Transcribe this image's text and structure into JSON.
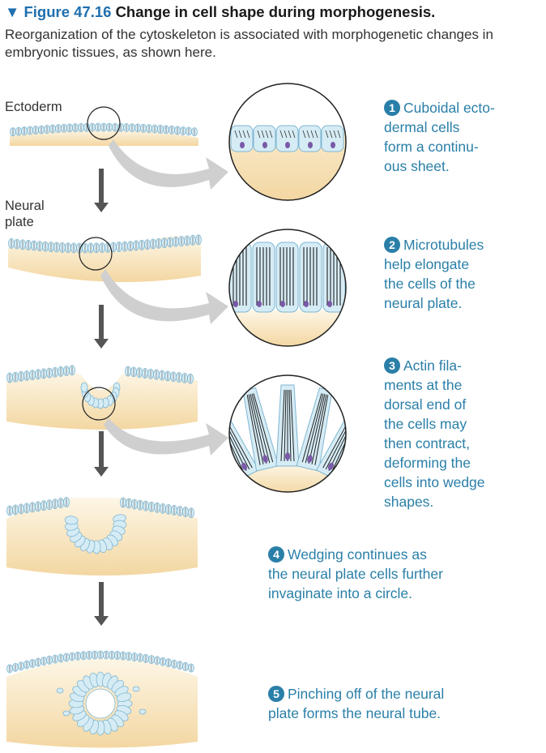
{
  "figure": {
    "marker": "▼",
    "number": "Figure 47.16",
    "title": "Change in cell shape during morphogenesis.",
    "caption": "Reorganization of the cytoskeleton is associated with morphogenetic changes in embryonic tissues, as shown here."
  },
  "labels": {
    "ectoderm": "Ectoderm",
    "neural_plate_1": "Neural",
    "neural_plate_2": "plate"
  },
  "steps": [
    {
      "number": "1",
      "lines": [
        "Cuboidal ecto-",
        "dermal cells",
        "form a continu-",
        "ous sheet."
      ]
    },
    {
      "number": "2",
      "lines": [
        "Microtubules",
        "help elongate",
        "the cells of the",
        "neural plate."
      ]
    },
    {
      "number": "3",
      "lines": [
        "Actin fila-",
        "ments at the",
        "dorsal end of",
        "the cells may",
        "then contract,",
        "deforming the",
        "cells into wedge",
        "shapes."
      ]
    },
    {
      "number": "4",
      "lines": [
        "Wedging continues as",
        "the neural plate cells further",
        "invaginate into a circle."
      ]
    },
    {
      "number": "5",
      "lines": [
        "Pinching off of the neural",
        "plate forms the neural tube."
      ]
    }
  ],
  "colors": {
    "accent": "#2a7fa8",
    "cell_fill": "#d6ecf5",
    "cell_stroke": "#7fb6d1",
    "yolk_top": "#fdf5e4",
    "yolk_bottom": "#f4d9a6",
    "arrow_gray": "#cfcfcf",
    "down_arrow": "#555555",
    "nucleus": "#7a5aa8"
  }
}
